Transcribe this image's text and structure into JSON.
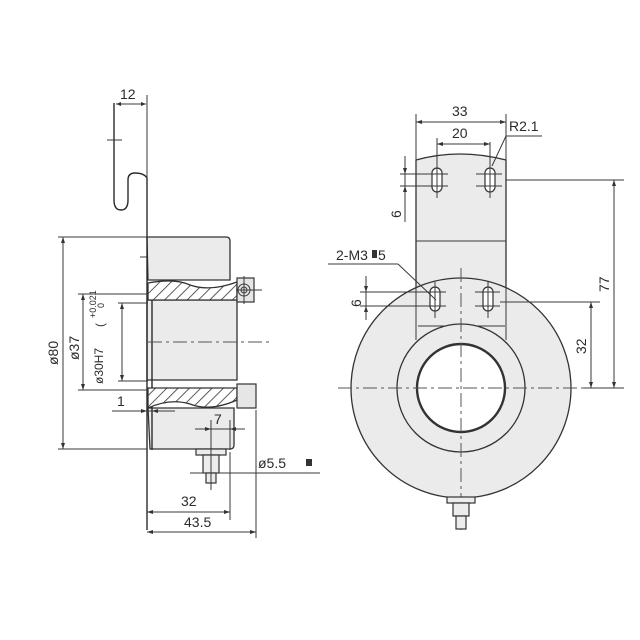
{
  "drawing": {
    "title": "Hollow shaft encoder dimension drawing",
    "colors": {
      "line": "#333333",
      "body_fill": "#ebebeb",
      "background": "#ffffff"
    }
  },
  "side_view": {
    "dims": {
      "spring_plate_width": "12",
      "outer_diameter": "ø80",
      "flange_diameter": "ø37",
      "bore": "ø30H7",
      "bore_tol_upper": "+0.021",
      "bore_tol_lower": "0",
      "flange_thickness": "1",
      "connector_offset": "7",
      "cable_diameter": "ø5.5",
      "body_length": "32",
      "total_length": "43.5"
    }
  },
  "front_view": {
    "dims": {
      "bracket_width": "33",
      "slot_spacing": "20",
      "slot_radius": "R2.1",
      "slot_length_top": "6",
      "mount_screws": "2-M3",
      "mount_screws_suffix": "5",
      "slot_length_bottom": "6",
      "bottom_slot_height": "32",
      "top_slot_height": "77"
    }
  }
}
